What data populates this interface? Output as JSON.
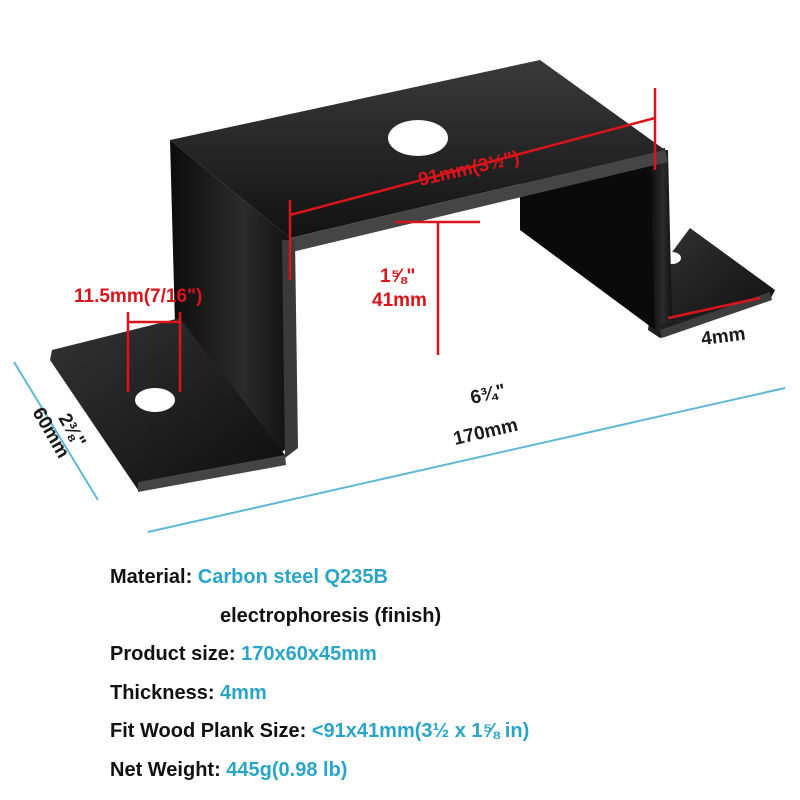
{
  "colors": {
    "accent": "#2aa5c7",
    "dimension_red": "#d9141b",
    "dimension_blue": "#5fb8d6",
    "bracket": "#151515"
  },
  "dimensions": {
    "top_width": "91mm(3½\")",
    "inner_height_in": "1⅝\"",
    "inner_height_mm": "41mm",
    "hole": "11.5mm(7/16\")",
    "thickness": "4mm",
    "length_in": "6¾\"",
    "length_mm": "170mm",
    "width_in": "2⅜\"",
    "width_mm": "60mm"
  },
  "specs": [
    {
      "label": "Material:",
      "value": "Carbon steel Q235B"
    },
    {
      "label": "",
      "value": "electrophoresis (finish)"
    },
    {
      "label": "Product size:",
      "value": "170x60x45mm"
    },
    {
      "label": "Thickness:",
      "value": "4mm"
    },
    {
      "label": "Fit Wood Plank Size:",
      "value": "<91x41mm(3½ x 1⅝ in)"
    },
    {
      "label": "Net Weight:",
      "value": "445g(0.98 lb)"
    }
  ]
}
